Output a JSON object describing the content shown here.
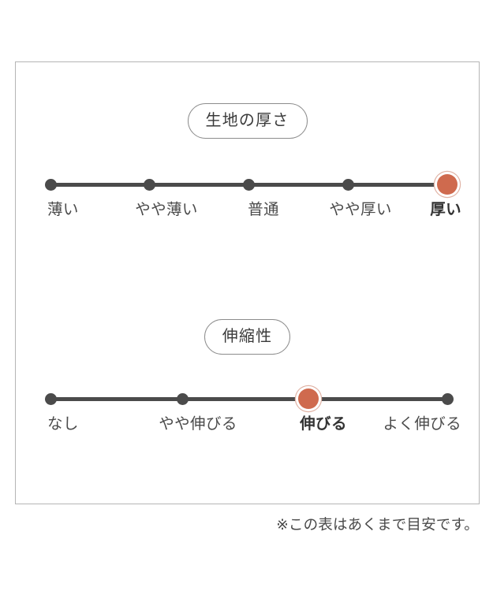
{
  "card": {
    "sections": [
      {
        "id": "thickness",
        "badge_label": "生地の厚さ",
        "scale_points": [
          {
            "label": "薄い",
            "active": false
          },
          {
            "label": "やや薄い",
            "active": false
          },
          {
            "label": "普通",
            "active": false
          },
          {
            "label": "やや厚い",
            "active": false
          },
          {
            "label": "厚い",
            "active": true
          }
        ]
      },
      {
        "id": "stretch",
        "badge_label": "伸縮性",
        "scale_points": [
          {
            "label": "なし",
            "active": false
          },
          {
            "label": "やや伸びる",
            "active": false
          },
          {
            "label": "伸びる",
            "active": true
          },
          {
            "label": "よく伸びる",
            "active": false
          }
        ]
      }
    ]
  },
  "footnote": "※この表はあくまで目安です。",
  "colors": {
    "accent": "#cf6a4e",
    "accent_ring": "#e0b3a5",
    "dot": "#4b4b4b",
    "track": "#4b4b4b",
    "border": "#b5b5b5",
    "pill_border": "#8c8c8c",
    "text": "#4a4a4a",
    "background": "#ffffff"
  }
}
